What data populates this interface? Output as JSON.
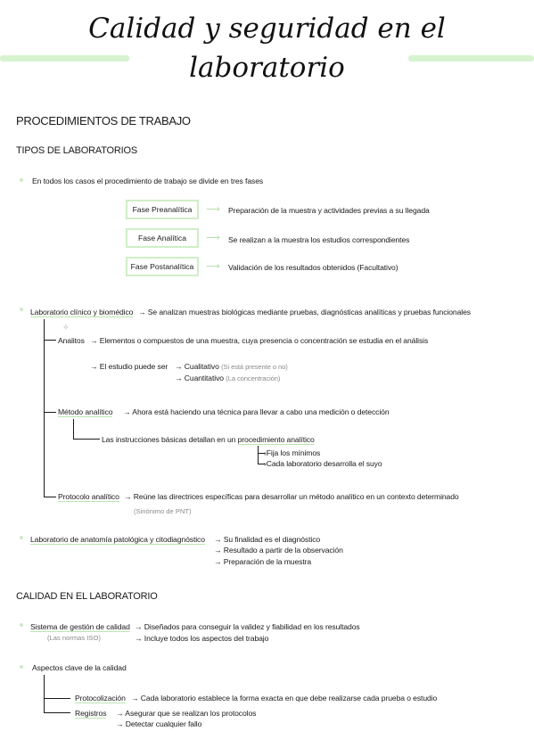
{
  "title": {
    "line1": "Calidad y seguridad en el",
    "line2": "laboratorio"
  },
  "section1": {
    "heading": "PROCEDIMIENTOS DE TRABAJO",
    "subheading": "TIPOS DE LABORATORIOS",
    "intro": "En todos los casos el procedimiento de trabajo se divide en tres fases",
    "phases": [
      {
        "name": "Fase Preanalítica",
        "desc": "Preparación de la muestra y actividades previas a su llegada"
      },
      {
        "name": "Fase Analítica",
        "desc": "Se realizan a la muestra los estudios correspondientes"
      },
      {
        "name": "Fase Postanalítica",
        "desc": "Validación de los resultados obtenidos (Facultativo)"
      }
    ],
    "clinical": {
      "label": "Laboratorio clínico y biomédico",
      "desc": "→ Se analizan muestras biológicas mediante pruebas, diagnósticas analíticas y pruebas funcionales",
      "analitos_label": "Analitos",
      "analitos_desc": "→ Elementos o compuestos de una muestra, cuya presencia o concentración se estudia en el análisis",
      "estudio": "→ El estudio puede ser",
      "cual_label": "→ Cualitativo",
      "cual_note": "(Si está presente o no)",
      "cuan_label": "→ Cuantitativo",
      "cuan_note": "(La concentración)",
      "metodo_label": "Método analítico",
      "metodo_desc": "→ Ahora está haciendo una técnica para llevar a cabo una medición o detección",
      "instr_prefix": "Las instrucciones básicas detallan en un ",
      "instr_link": "procedimiento analítico",
      "fija": "Fija los mínimos",
      "cada": "Cada laboratorio desarrolla el suyo",
      "protocolo_label": "Protocolo analítico",
      "protocolo_desc": "→ Reúne las directrices específicas para desarrollar un método analítico en un contexto determinado",
      "protocolo_note": "(Sinónimo de PNT)"
    },
    "anatomia": {
      "label": "Laboratorio de anatomía patológica y citodiagnóstico",
      "d1": "→ Su finalidad es el diagnóstico",
      "d2": "→ Resultado a partir de la observación",
      "d3": "→ Preparación de la muestra"
    }
  },
  "section2": {
    "heading": "CALIDAD EN EL LABORATORIO",
    "sistema_label": "Sistema de gestión de calidad",
    "sistema_note": "(Las normas ISO)",
    "sistema_d1": "→ Diseñados para conseguir la validez y fiabilidad en los resultados",
    "sistema_d2": "→ Incluye todos los aspectos del trabajo",
    "aspectos": "Aspectos clave de la calidad",
    "proto_label": "Protocolización",
    "proto_desc": "→ Cada laboratorio establece la forma exacta en que debe realizarse cada prueba o estudio",
    "reg_label": "Registros",
    "reg_d1": "→ Asegurar que se realizan los protocolos",
    "reg_d2": "→ Detectar cualquier fallo"
  },
  "colors": {
    "accent": "#cfeec7",
    "text": "#1a1a1a",
    "note": "#8a8a8a"
  }
}
